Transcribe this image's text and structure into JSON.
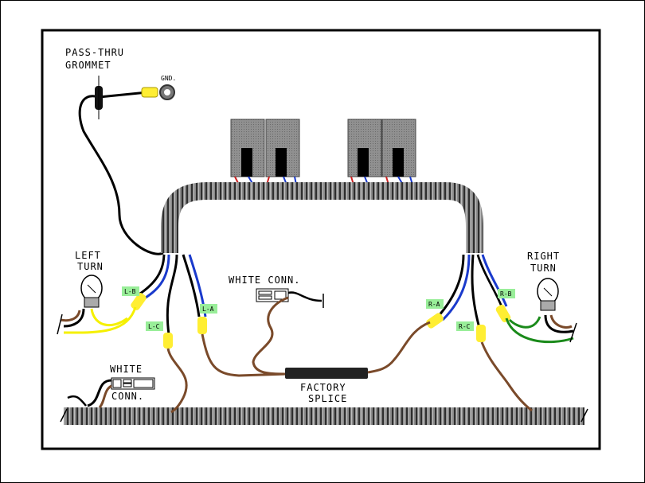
{
  "labels": {
    "pass_thru": "PASS-THRU",
    "grommet": "GROMMET",
    "gnd": "GND.",
    "left": "LEFT",
    "left_turn": "TURN",
    "right": "RIGHT",
    "right_turn": "TURN",
    "white_conn_top": "WHITE CONN.",
    "white_bottom": "WHITE",
    "conn_bottom": "CONN.",
    "factory": "FACTORY",
    "splice": "SPLICE"
  },
  "tags": {
    "lb": "L-B",
    "lc": "L-C",
    "la": "L-A",
    "ra": "R-A",
    "rc": "R-C",
    "rb": "R-B"
  },
  "colors": {
    "tag_fill": "#99ee99",
    "connector": "#ffee33",
    "loom": "#888888",
    "loom_dark": "#333333",
    "wire_brown": "#7a4a2a",
    "wire_blue": "#1a3acc",
    "wire_yellow": "#f5f000",
    "wire_green": "#1a8a1a",
    "wire_red": "#cc2222",
    "relay_top": "#cc3333",
    "relay_body": "#888888"
  }
}
